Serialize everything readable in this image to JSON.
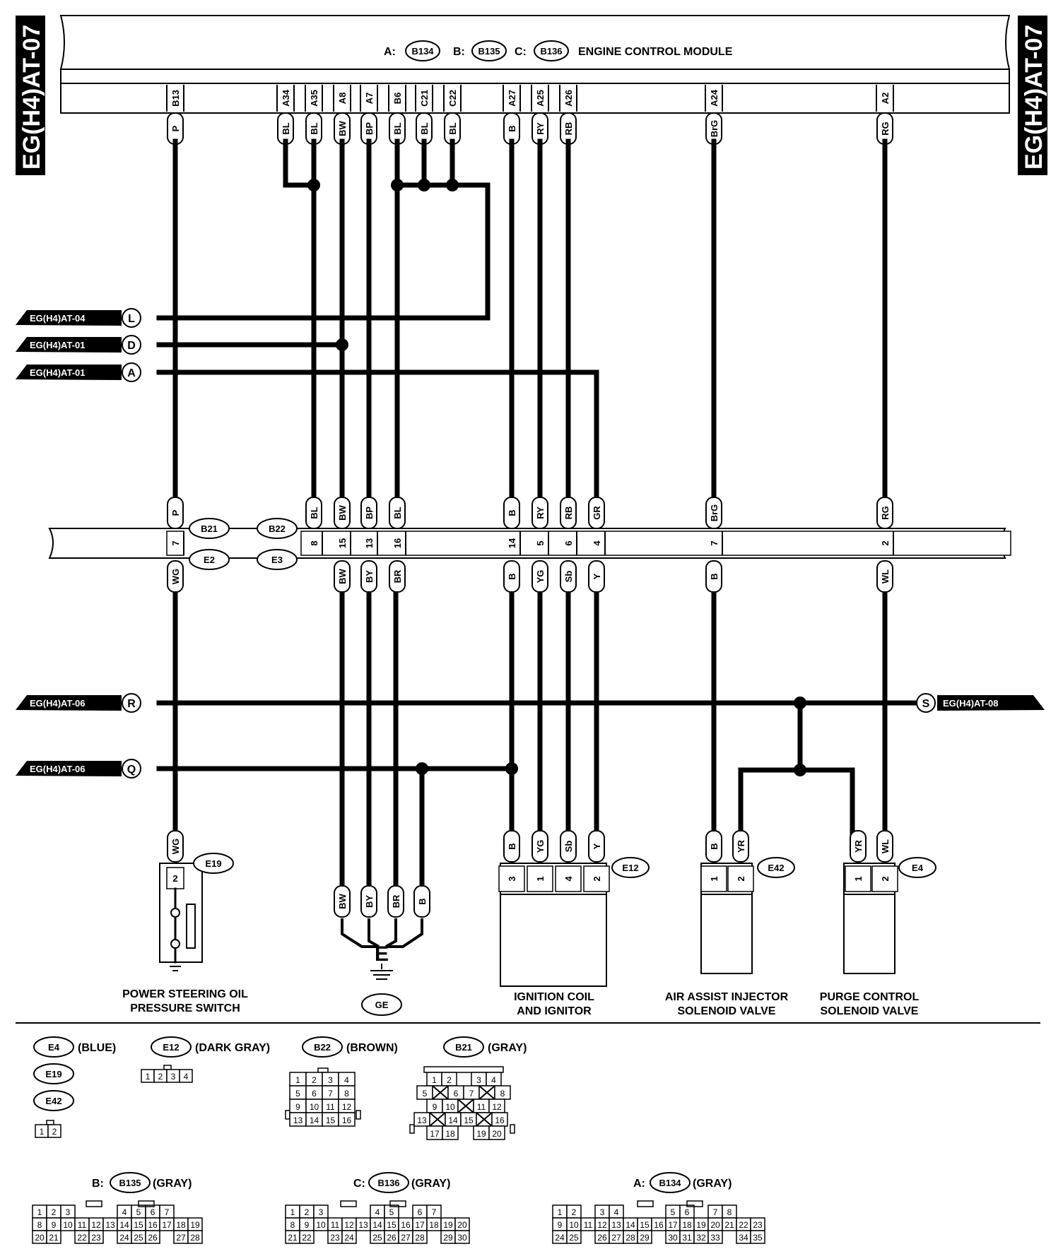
{
  "title": {
    "a": "A:",
    "a_conn": "B134",
    "b": "B:",
    "b_conn": "B135",
    "c": "C:",
    "c_conn": "B136",
    "name": "ENGINE CONTROL MODULE"
  },
  "side_label": "EG(H4)AT-07",
  "ecm_pins": [
    {
      "pin": "B13",
      "wire": "P"
    },
    {
      "pin": "A34",
      "wire": "BL"
    },
    {
      "pin": "A35",
      "wire": "BL"
    },
    {
      "pin": "A8",
      "wire": "BW"
    },
    {
      "pin": "A7",
      "wire": "BP"
    },
    {
      "pin": "B6",
      "wire": "BL"
    },
    {
      "pin": "C21",
      "wire": "BL"
    },
    {
      "pin": "C22",
      "wire": "BL"
    },
    {
      "pin": "A27",
      "wire": "B"
    },
    {
      "pin": "A25",
      "wire": "RY"
    },
    {
      "pin": "A26",
      "wire": "RB"
    },
    {
      "pin": "A24",
      "wire": "BrG"
    },
    {
      "pin": "A2",
      "wire": "RG"
    }
  ],
  "refs": {
    "L": {
      "text": "EG(H4)AT-04",
      "letter": "L"
    },
    "D": {
      "text": "EG(H4)AT-01",
      "letter": "D"
    },
    "A": {
      "text": "EG(H4)AT-01",
      "letter": "A"
    },
    "R": {
      "text": "EG(H4)AT-06",
      "letter": "R"
    },
    "Q": {
      "text": "EG(H4)AT-06",
      "letter": "Q"
    },
    "S": {
      "text": "EG(H4)AT-08",
      "letter": "S"
    }
  },
  "mid_connectors": {
    "b21": "B21",
    "e2": "E2",
    "b22": "B22",
    "e3": "E3"
  },
  "joint": [
    {
      "top": "P",
      "pin": "7",
      "bottom": "WG"
    },
    {
      "top": "BL",
      "pin": "8",
      "bottom": ""
    },
    {
      "top": "BW",
      "pin": "15",
      "bottom": "BW"
    },
    {
      "top": "BP",
      "pin": "13",
      "bottom": "BY"
    },
    {
      "top": "BL",
      "pin": "16",
      "bottom": "BR"
    },
    {
      "top": "B",
      "pin": "14",
      "bottom": "B"
    },
    {
      "top": "RY",
      "pin": "5",
      "bottom": "YG"
    },
    {
      "top": "RB",
      "pin": "6",
      "bottom": "Sb"
    },
    {
      "top": "GR",
      "pin": "4",
      "bottom": "Y"
    },
    {
      "top": "BrG",
      "pin": "7",
      "bottom": "B"
    },
    {
      "top": "RG",
      "pin": "2",
      "bottom": "WL"
    }
  ],
  "components": {
    "e19": {
      "conn": "E19",
      "wire": "WG",
      "pin": "2",
      "caption1": "POWER STEERING OIL",
      "caption2": "PRESSURE SWITCH"
    },
    "ground": {
      "wires": [
        "BW",
        "BY",
        "BR",
        "B"
      ],
      "letter": "E",
      "conn": "GE"
    },
    "e12": {
      "conn": "E12",
      "wires": [
        "B",
        "YG",
        "Sb",
        "Y"
      ],
      "pins": [
        "3",
        "1",
        "4",
        "2"
      ],
      "caption1": "IGNITION COIL",
      "caption2": "AND IGNITOR"
    },
    "e42": {
      "conn": "E42",
      "wires": [
        "B",
        "YR"
      ],
      "pins": [
        "1",
        "2"
      ],
      "caption1": "AIR ASSIST INJECTOR",
      "caption2": "SOLENOID VALVE"
    },
    "e4": {
      "conn": "E4",
      "wires": [
        "YR",
        "WL"
      ],
      "pins": [
        "1",
        "2"
      ],
      "caption1": "PURGE CONTROL",
      "caption2": "SOLENOID VALVE"
    }
  },
  "legend": {
    "e4": "E4",
    "e4_color": "(BLUE)",
    "e19": "E19",
    "e42": "E42",
    "e12": "E12",
    "e12_color": "(DARK GRAY)",
    "b22": "B22",
    "b22_color": "(BROWN)",
    "b21": "B21",
    "b21_color": "(GRAY)",
    "b135_prefix": "B:",
    "b135": "B135",
    "b135_color": "(GRAY)",
    "b136_prefix": "C:",
    "b136": "B136",
    "b136_color": "(GRAY)",
    "b134_prefix": "A:",
    "b134": "B134",
    "b134_color": "(GRAY)"
  },
  "pinouts": {
    "two": [
      "1",
      "2"
    ],
    "four": [
      "1",
      "2",
      "3",
      "4"
    ],
    "b22": [
      [
        "1",
        "2",
        "3",
        "4"
      ],
      [
        "5",
        "6",
        "7",
        "8"
      ],
      [
        "9",
        "10",
        "11",
        "12"
      ],
      [
        "13",
        "14",
        "15",
        "16"
      ]
    ],
    "b21": [
      [
        "1",
        "2",
        "",
        "3",
        "4"
      ],
      [
        "5",
        "X",
        "6",
        "7",
        "X",
        "8"
      ],
      [
        "9",
        "10",
        "X",
        "11",
        "12"
      ],
      [
        "13",
        "X",
        "14",
        "15",
        "X",
        "16"
      ],
      [
        "17",
        "18",
        "",
        "19",
        "20"
      ]
    ],
    "b135": [
      [
        "1",
        "2",
        "3",
        "",
        "",
        "",
        "4",
        "5",
        "6",
        "7"
      ],
      [
        "8",
        "9",
        "10",
        "11",
        "12",
        "13",
        "14",
        "15",
        "16",
        "17",
        "18",
        "19"
      ],
      [
        "20",
        "21",
        "",
        "22",
        "23",
        "",
        "24",
        "25",
        "26",
        "",
        "27",
        "28"
      ]
    ],
    "b136": [
      [
        "1",
        "2",
        "3",
        "",
        "",
        "",
        "4",
        "5",
        "",
        "6",
        "7"
      ],
      [
        "8",
        "9",
        "10",
        "11",
        "12",
        "13",
        "14",
        "15",
        "16",
        "17",
        "18",
        "19",
        "20"
      ],
      [
        "21",
        "22",
        "",
        "23",
        "24",
        "",
        "25",
        "26",
        "27",
        "28",
        "",
        "29",
        "30"
      ]
    ],
    "b134": [
      [
        "1",
        "2",
        "",
        "3",
        "4",
        "",
        "",
        "",
        "5",
        "6",
        "",
        "7",
        "8"
      ],
      [
        "9",
        "10",
        "11",
        "12",
        "13",
        "14",
        "15",
        "16",
        "17",
        "18",
        "19",
        "20",
        "21",
        "22",
        "23"
      ],
      [
        "24",
        "25",
        "",
        "26",
        "27",
        "28",
        "29",
        "",
        "30",
        "31",
        "32",
        "33",
        "",
        "34",
        "35"
      ]
    ]
  }
}
